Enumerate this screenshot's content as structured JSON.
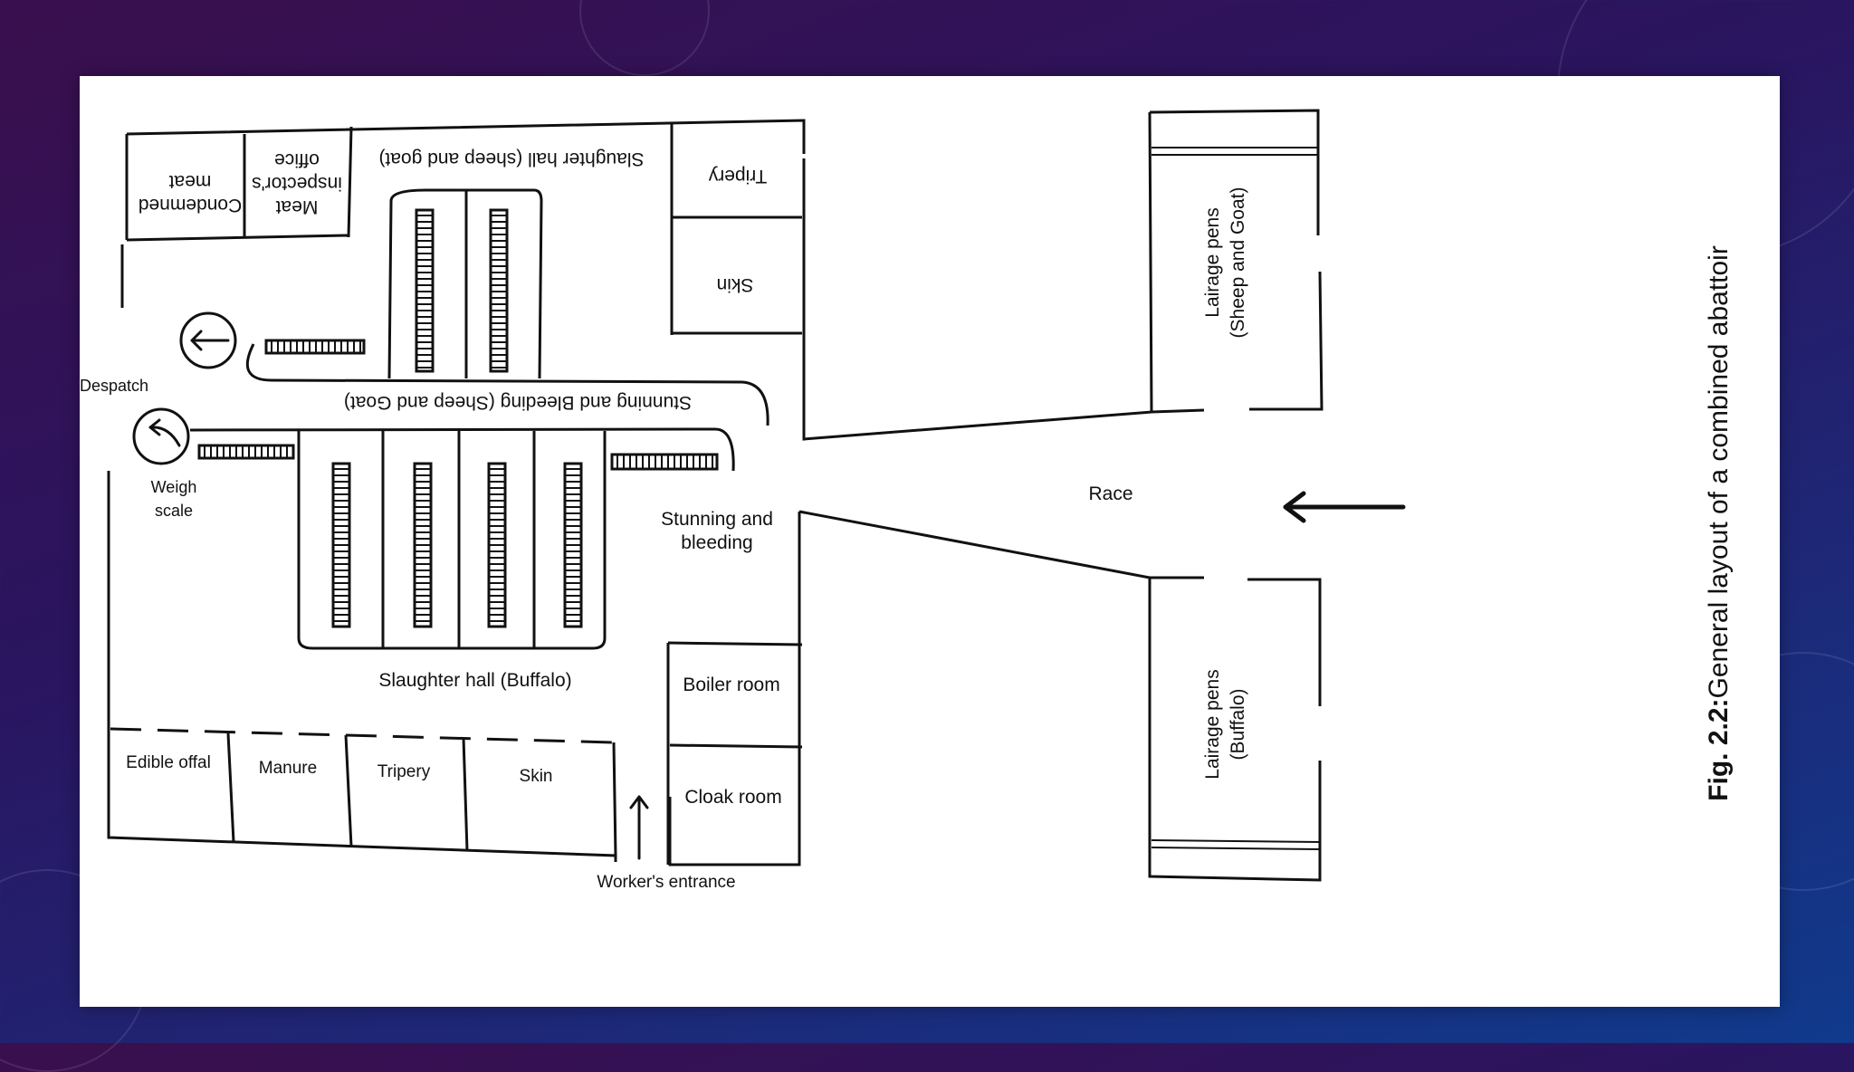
{
  "diagram": {
    "caption_bold": "Fig. 2.2:",
    "caption_text": "General layout of a combined abattoir",
    "labels": {
      "condemned_meat_1": "Condemned",
      "condemned_meat_2": "meat",
      "meat_inspector_1": "Meat",
      "meat_inspector_2": "inspector's",
      "meat_inspector_3": "office",
      "slaughter_hall_sheep": "Slaughter hall (sheep and goat)",
      "tripery_top": "Tripery",
      "skin_top": "Skin",
      "despatch": "Despatch",
      "stunning_sheep": "Stunning and Bleeding (Sheep and Goat)",
      "weigh_scale_1": "Weigh",
      "weigh_scale_2": "scale",
      "stunning_buffalo_1": "Stunning and",
      "stunning_buffalo_2": "bleeding",
      "slaughter_hall_buffalo": "Slaughter hall (Buffalo)",
      "boiler_room": "Boiler room",
      "cloak_room": "Cloak room",
      "edible_offal": "Edible offal",
      "manure": "Manure",
      "tripery_bottom": "Tripery",
      "skin_bottom": "Skin",
      "workers_entrance": "Worker's entrance",
      "race": "Race",
      "lairage_sheep_1": "Lairage pens",
      "lairage_sheep_2": "(Sheep and Goat)",
      "lairage_buffalo_1": "Lairage pens",
      "lairage_buffalo_2": "(Buffalo)"
    }
  }
}
